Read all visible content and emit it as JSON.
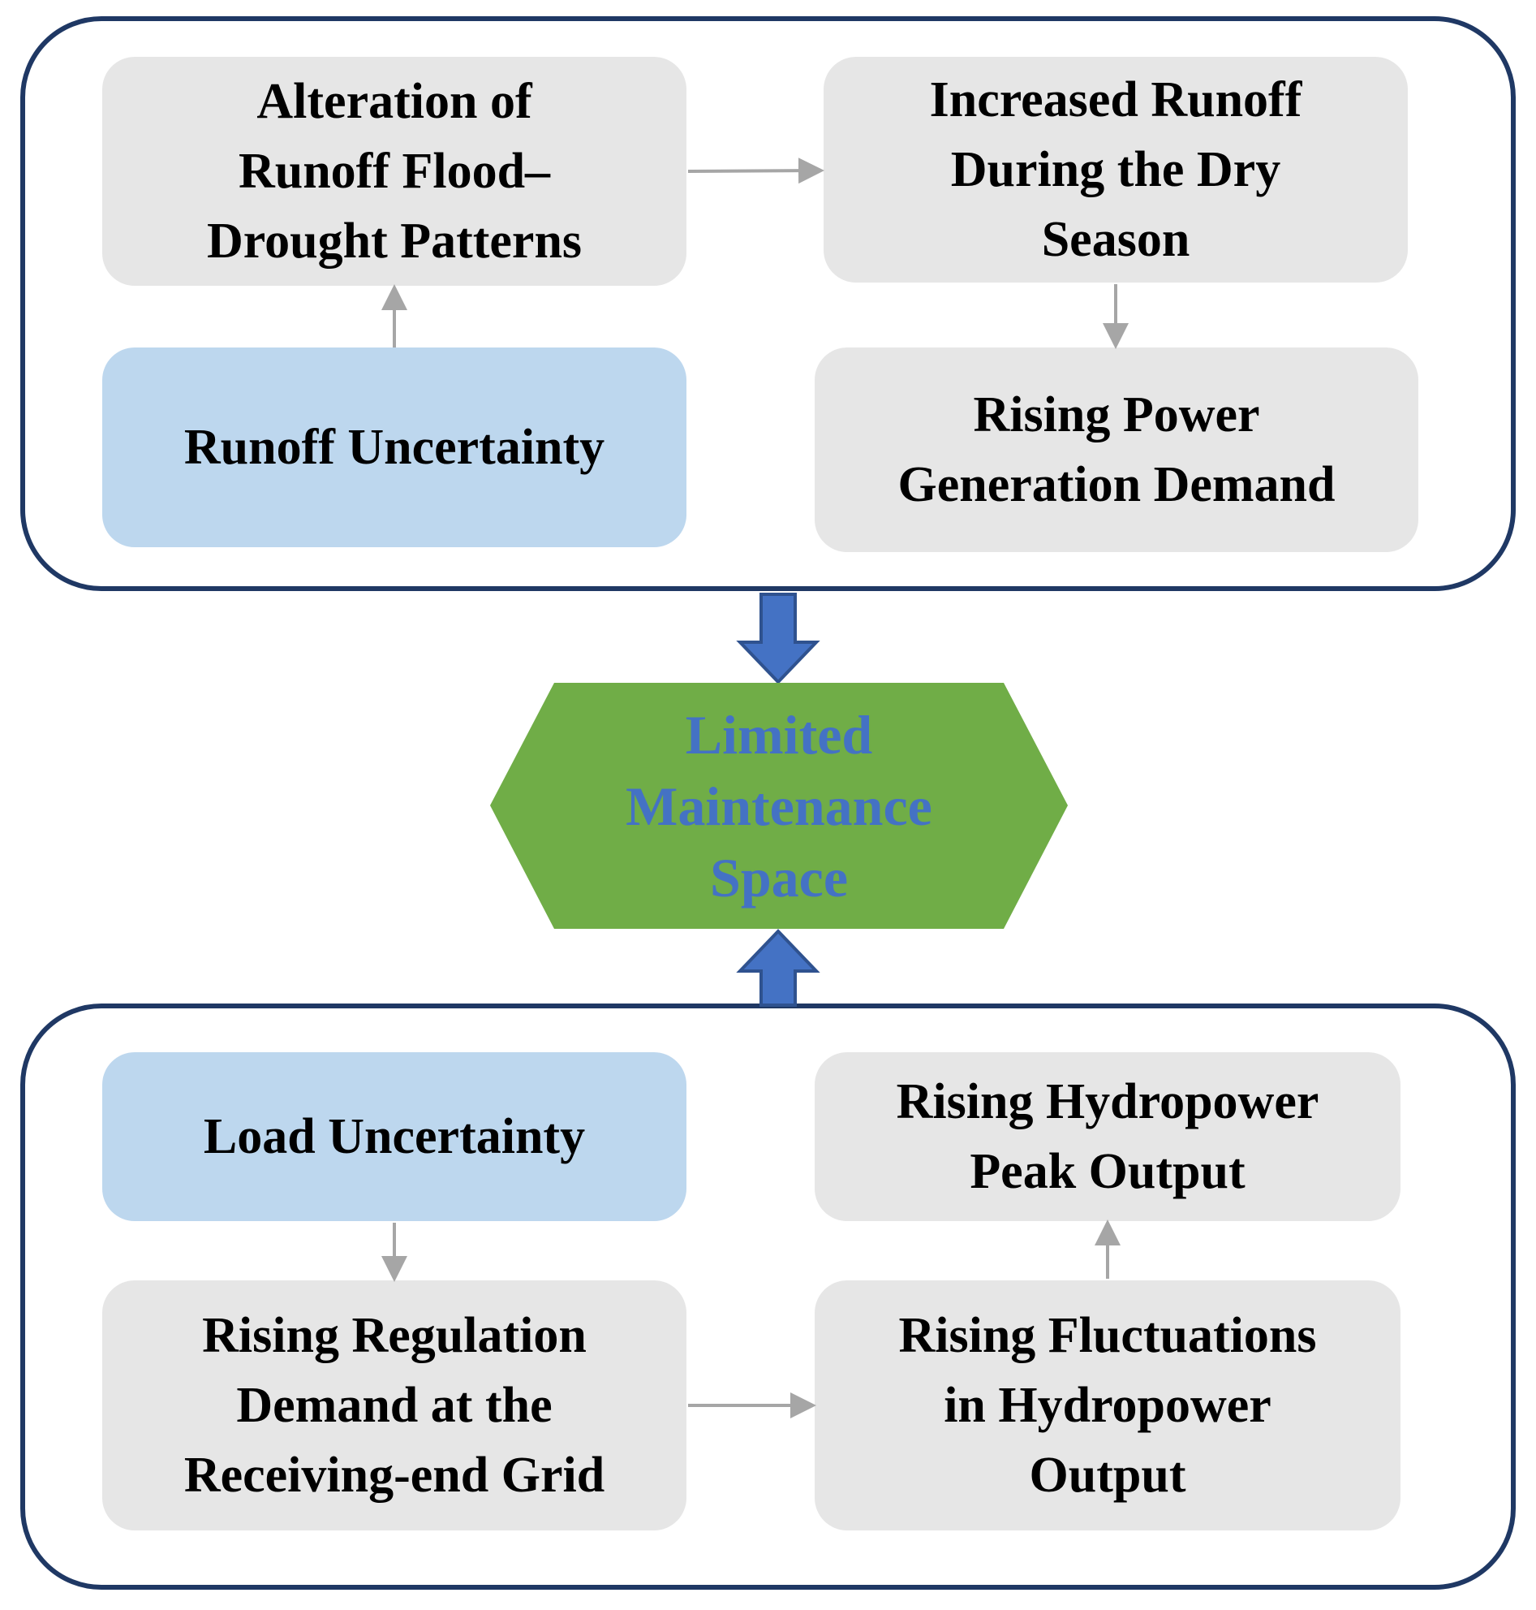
{
  "colors": {
    "panel_border": "#1f3864",
    "box_gray": "#e6e6e6",
    "box_blue": "#bdd7ee",
    "hexagon_fill": "#70ad47",
    "hexagon_text": "#4472c4",
    "big_arrow": "#4472c4",
    "small_arrow": "#a6a6a6"
  },
  "top_panel": {
    "runoff_uncertainty": "Runoff Uncertainty",
    "alteration": "Alteration of\nRunoff Flood–\nDrought Patterns",
    "increased_runoff": "Increased Runoff\nDuring the Dry\nSeason",
    "rising_power": "Rising Power\nGeneration Demand"
  },
  "center": {
    "label": "Limited\nMaintenance\nSpace"
  },
  "bottom_panel": {
    "load_uncertainty": "Load Uncertainty",
    "rising_regulation": "Rising Regulation\nDemand at the\nReceiving-end Grid",
    "rising_fluctuations": "Rising Fluctuations\nin Hydropower\nOutput",
    "rising_peak": "Rising Hydropower\nPeak Output"
  }
}
